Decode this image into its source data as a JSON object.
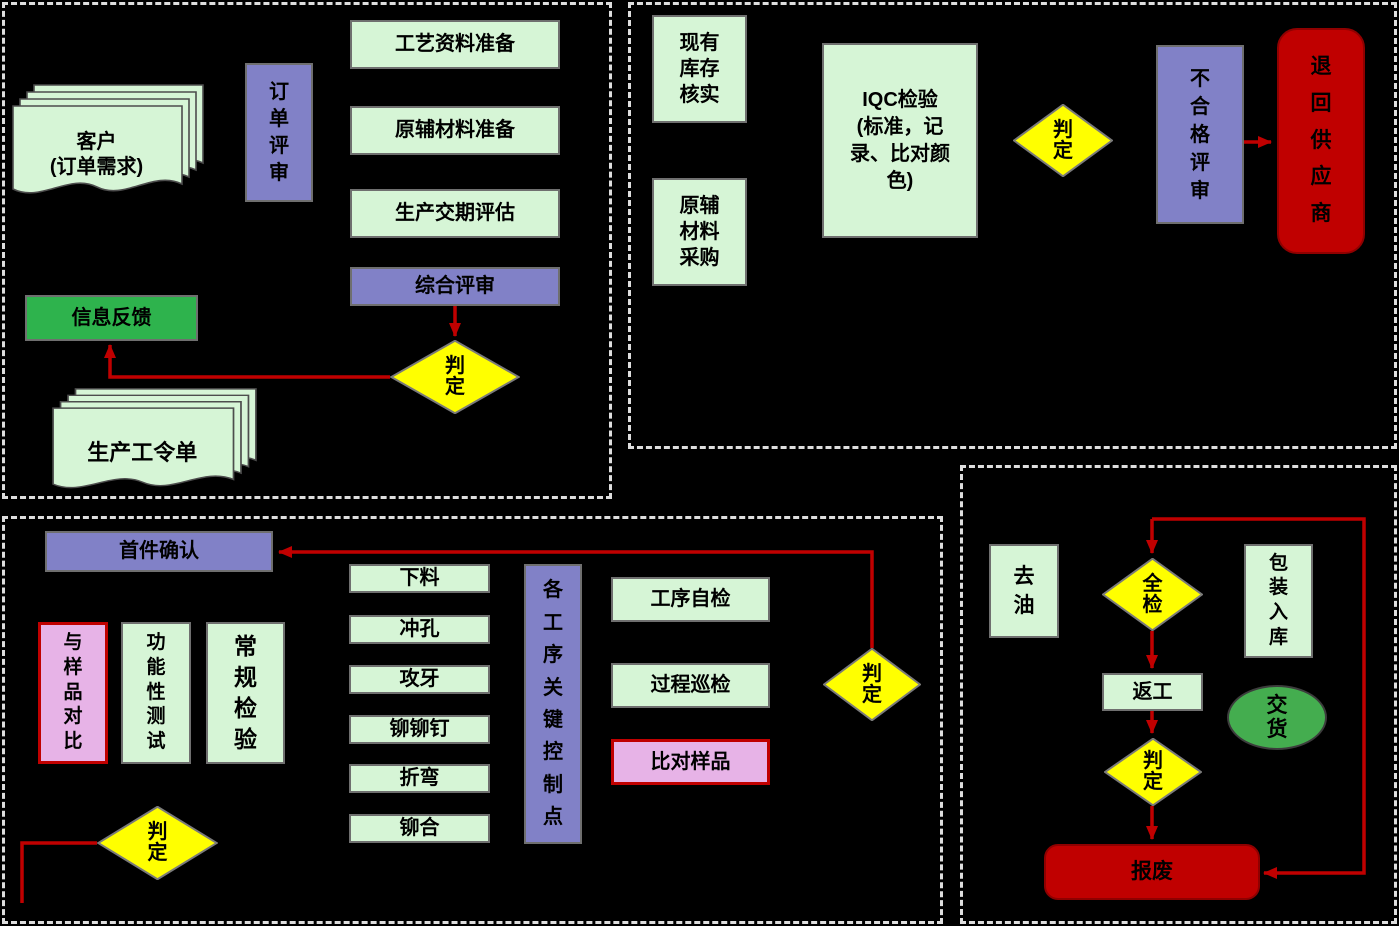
{
  "palette": {
    "background": "#000000",
    "node_green": "#d6f5d6",
    "node_purple": "#8181c7",
    "node_yellow": "#ffff00",
    "node_pink": "#e7b3e7",
    "node_red": "#c00000",
    "feedback_green": "#2eb34d",
    "delivery_green": "#44ad4f",
    "arrow_red": "#c00000",
    "dashed_border": "#dedede"
  },
  "s1": {
    "customer": "客户\n(订单需求)",
    "order_review": "订\n单\n评\n审",
    "process_prep": "工艺资料准备",
    "material_prep": "原辅材料准备",
    "delivery_eval": "生产交期评估",
    "comprehensive_review": "综合评审",
    "decision": "判\n定",
    "feedback": "信息反馈",
    "work_order": "生产工令单"
  },
  "s2": {
    "stock_check": "现有\n库存\n核实",
    "material_purchase": "原辅\n材料\n采购",
    "iqc": "IQC检验\n(标准，记\n录、比对颜\n色)",
    "decision": "判\n定",
    "nonconforming_review": "不\n合\n格\n评\n审",
    "return_supplier": "退\n回\n供\n应\n商"
  },
  "s3": {
    "first_article": "首件确认",
    "sample_compare": "与\n样\n品\n对\n比",
    "functional_test": "功\n能\n性\n测\n试",
    "routine_inspection": "常\n规\n检\n验",
    "decision_left": "判\n定",
    "steps": [
      "下料",
      "冲孔",
      "攻牙",
      "铆铆钉",
      "折弯",
      "铆合"
    ],
    "key_control": "各\n工\n序\n关\n键\n控\n制\n点",
    "self_check": "工序自检",
    "patrol_check": "过程巡检",
    "sample_check": "比对样品",
    "decision_right": "判\n定"
  },
  "s4": {
    "degrease": "去\n油",
    "full_inspection": "全\n检",
    "packing": "包\n装\n入\n库",
    "rework": "返工",
    "delivery": "交\n货",
    "decision": "判\n定",
    "scrap": "报废"
  }
}
